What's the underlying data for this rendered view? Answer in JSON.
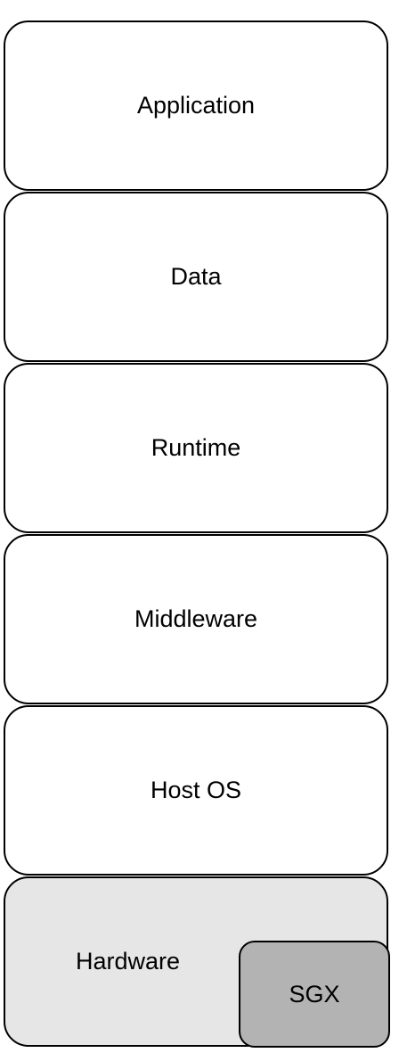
{
  "layers": [
    {
      "label": "Application"
    },
    {
      "label": "Data"
    },
    {
      "label": "Runtime"
    },
    {
      "label": "Middleware"
    },
    {
      "label": "Host OS"
    },
    {
      "label": "Hardware"
    }
  ],
  "sgx": {
    "label": "SGX"
  },
  "colors": {
    "layer_fill": "#ffffff",
    "hardware_fill": "#e6e6e6",
    "sgx_fill": "#b3b3b3",
    "stroke": "#000000"
  }
}
